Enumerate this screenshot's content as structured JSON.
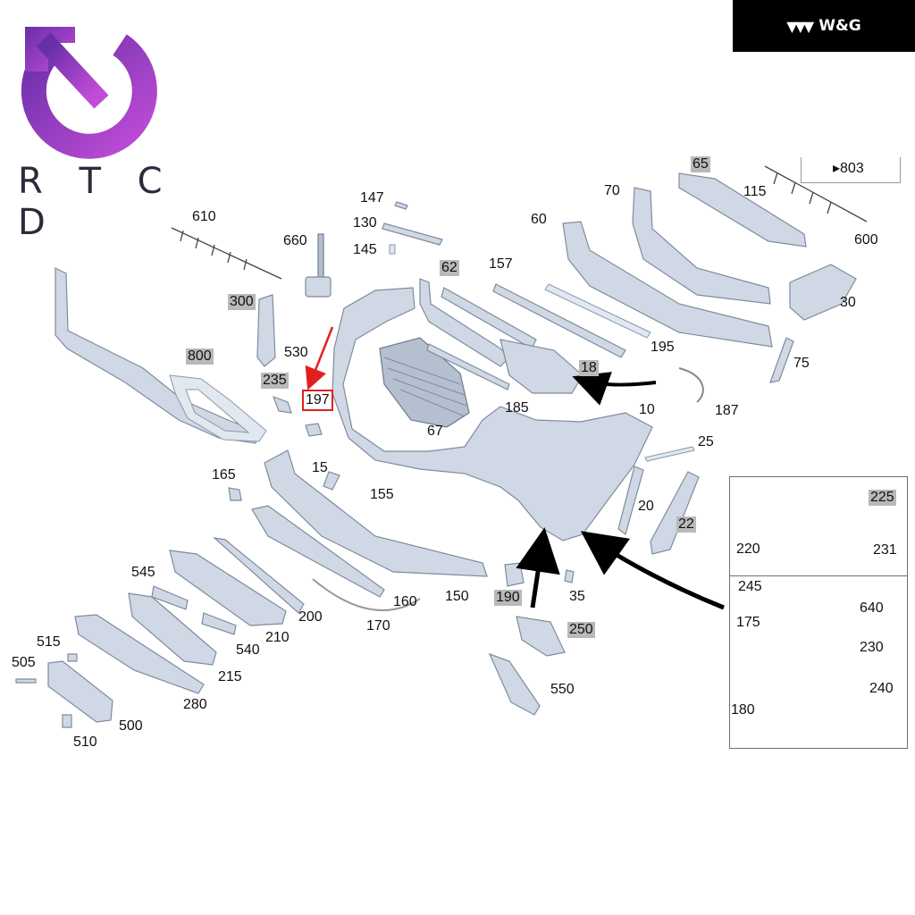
{
  "logo": {
    "text": "R T C D"
  },
  "brand": {
    "text": "W&G"
  },
  "reference": {
    "label": "▸803"
  },
  "labels": [
    {
      "id": "l610",
      "text": "610",
      "hl": false
    },
    {
      "id": "l660",
      "text": "660",
      "hl": false
    },
    {
      "id": "l147",
      "text": "147",
      "hl": false
    },
    {
      "id": "l130",
      "text": "130",
      "hl": false
    },
    {
      "id": "l145",
      "text": "145",
      "hl": false
    },
    {
      "id": "l62",
      "text": "62",
      "hl": true
    },
    {
      "id": "l157",
      "text": "157",
      "hl": false
    },
    {
      "id": "l60",
      "text": "60",
      "hl": false
    },
    {
      "id": "l70",
      "text": "70",
      "hl": false
    },
    {
      "id": "l65",
      "text": "65",
      "hl": true
    },
    {
      "id": "l115",
      "text": "115",
      "hl": false
    },
    {
      "id": "l600",
      "text": "600",
      "hl": false
    },
    {
      "id": "l30",
      "text": "30",
      "hl": false
    },
    {
      "id": "l300",
      "text": "300",
      "hl": true
    },
    {
      "id": "l530",
      "text": "530",
      "hl": false
    },
    {
      "id": "l800",
      "text": "800",
      "hl": true
    },
    {
      "id": "l235",
      "text": "235",
      "hl": true
    },
    {
      "id": "l197",
      "text": "197",
      "hl": false,
      "boxed": true
    },
    {
      "id": "l195",
      "text": "195",
      "hl": false
    },
    {
      "id": "l75",
      "text": "75",
      "hl": false
    },
    {
      "id": "l18",
      "text": "18",
      "hl": true
    },
    {
      "id": "l185",
      "text": "185",
      "hl": false
    },
    {
      "id": "l10",
      "text": "10",
      "hl": false
    },
    {
      "id": "l187",
      "text": "187",
      "hl": false
    },
    {
      "id": "l67",
      "text": "67",
      "hl": false
    },
    {
      "id": "l25",
      "text": "25",
      "hl": false
    },
    {
      "id": "l15",
      "text": "15",
      "hl": false
    },
    {
      "id": "l165",
      "text": "165",
      "hl": false
    },
    {
      "id": "l155",
      "text": "155",
      "hl": false
    },
    {
      "id": "l20",
      "text": "20",
      "hl": false
    },
    {
      "id": "l22",
      "text": "22",
      "hl": true
    },
    {
      "id": "l545",
      "text": "545",
      "hl": false
    },
    {
      "id": "l160",
      "text": "160",
      "hl": false
    },
    {
      "id": "l150",
      "text": "150",
      "hl": false
    },
    {
      "id": "l190",
      "text": "190",
      "hl": true
    },
    {
      "id": "l35",
      "text": "35",
      "hl": false
    },
    {
      "id": "l200",
      "text": "200",
      "hl": false
    },
    {
      "id": "l210",
      "text": "210",
      "hl": false
    },
    {
      "id": "l170",
      "text": "170",
      "hl": false
    },
    {
      "id": "l250",
      "text": "250",
      "hl": true
    },
    {
      "id": "l515",
      "text": "515",
      "hl": false
    },
    {
      "id": "l540",
      "text": "540",
      "hl": false
    },
    {
      "id": "l505",
      "text": "505",
      "hl": false
    },
    {
      "id": "l215",
      "text": "215",
      "hl": false
    },
    {
      "id": "l550",
      "text": "550",
      "hl": false
    },
    {
      "id": "l280",
      "text": "280",
      "hl": false
    },
    {
      "id": "l500",
      "text": "500",
      "hl": false
    },
    {
      "id": "l510",
      "text": "510",
      "hl": false
    },
    {
      "id": "l225",
      "text": "225",
      "hl": true
    },
    {
      "id": "l220",
      "text": "220",
      "hl": false
    },
    {
      "id": "l231",
      "text": "231",
      "hl": false
    },
    {
      "id": "l245",
      "text": "245",
      "hl": false
    },
    {
      "id": "l640",
      "text": "640",
      "hl": false
    },
    {
      "id": "l175",
      "text": "175",
      "hl": false
    },
    {
      "id": "l230",
      "text": "230",
      "hl": false
    },
    {
      "id": "l240",
      "text": "240",
      "hl": false
    },
    {
      "id": "l180",
      "text": "180",
      "hl": false
    }
  ],
  "colors": {
    "part": "#cfd8e4",
    "highlight": "#b9b9b9",
    "callout_box": "#e02020",
    "arrow": "#000000",
    "logo_gradient_start": "#6a2fa8",
    "logo_gradient_end": "#c04dd8"
  }
}
